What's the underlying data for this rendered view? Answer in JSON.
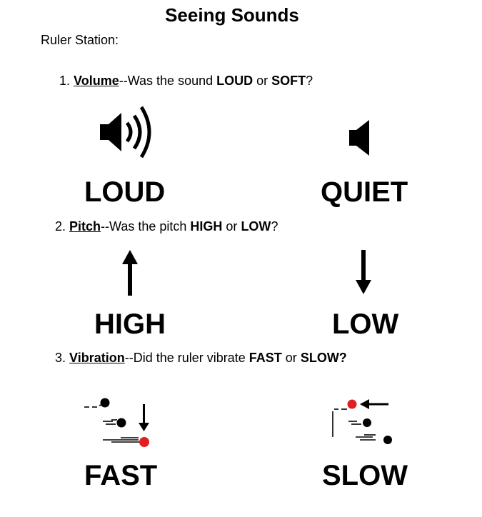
{
  "title": "Seeing Sounds",
  "station": "Ruler Station:",
  "questions": [
    {
      "number": "1.",
      "term": "Volume",
      "pre": "--Was the sound ",
      "opt1": "LOUD",
      "mid": " or ",
      "opt2": "SOFT",
      "end": "?",
      "left_label": "LOUD",
      "right_label": "QUIET",
      "left_icon": "speaker-loud-icon",
      "right_icon": "speaker-quiet-icon"
    },
    {
      "number": "2.",
      "term": "Pitch",
      "pre": "--Was the pitch ",
      "opt1": "HIGH",
      "mid": " or ",
      "opt2": "LOW",
      "end": "?",
      "left_label": "HIGH",
      "right_label": "LOW",
      "left_icon": "arrow-up-icon",
      "right_icon": "arrow-down-icon"
    },
    {
      "number": "3.",
      "term": "Vibration",
      "pre": "--Did the ruler vibrate ",
      "opt1": "FAST",
      "mid": " or ",
      "opt2": "SLOW?",
      "end": "",
      "left_label": "FAST",
      "right_label": "SLOW",
      "left_icon": "fast-motion-dots-icon",
      "right_icon": "slow-motion-dots-icon"
    }
  ],
  "colors": {
    "highlight_dot": "#e02020",
    "ink": "#000000"
  }
}
